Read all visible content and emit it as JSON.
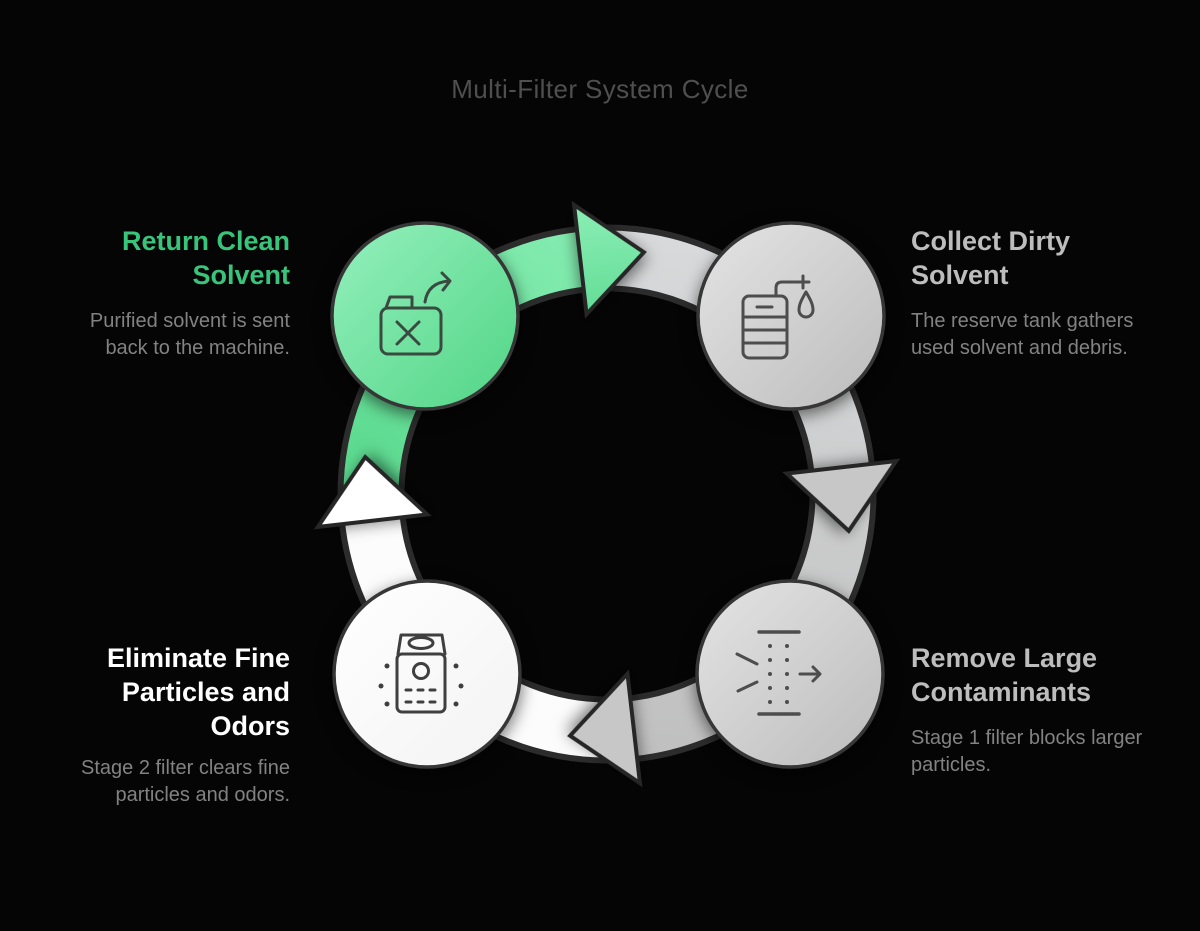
{
  "title": "Multi-Filter System Cycle",
  "colors": {
    "background": "#050505",
    "accent_green": "#5ad88d",
    "accent_green_light": "#8feeb8",
    "heading_green": "#38c57b",
    "heading_gray": "#bdbdbd",
    "heading_white": "#ffffff",
    "desc_gray": "#828282",
    "band_gray": "#c9c9c9",
    "band_white": "#fcfcfc",
    "title_gray": "#4f4f4f"
  },
  "nodes": [
    {
      "id": "return-clean-solvent",
      "position": "top-left",
      "state": "highlighted-green",
      "title_lines": [
        "Return Clean",
        "Solvent"
      ],
      "desc_lines": [
        "Purified solvent is sent",
        "back to the machine."
      ],
      "icon": "solvent-can-return-icon"
    },
    {
      "id": "collect-dirty-solvent",
      "position": "top-right",
      "state": "gray",
      "title_lines": [
        "Collect Dirty",
        "Solvent"
      ],
      "desc_lines": [
        "The reserve tank gathers",
        "used solvent and debris."
      ],
      "icon": "reserve-tank-droplet-icon"
    },
    {
      "id": "remove-large-contaminants",
      "position": "bottom-right",
      "state": "gray",
      "title_lines": [
        "Remove Large",
        "Contaminants"
      ],
      "desc_lines": [
        "Stage 1 filter blocks larger",
        "particles."
      ],
      "icon": "stage1-filter-icon"
    },
    {
      "id": "eliminate-fine-particles-odors",
      "position": "bottom-left",
      "state": "white",
      "title_lines": [
        "Eliminate Fine",
        "Particles and",
        "Odors"
      ],
      "desc_lines": [
        "Stage 2 filter clears fine",
        "particles and odors."
      ],
      "icon": "stage2-purifier-icon"
    }
  ]
}
